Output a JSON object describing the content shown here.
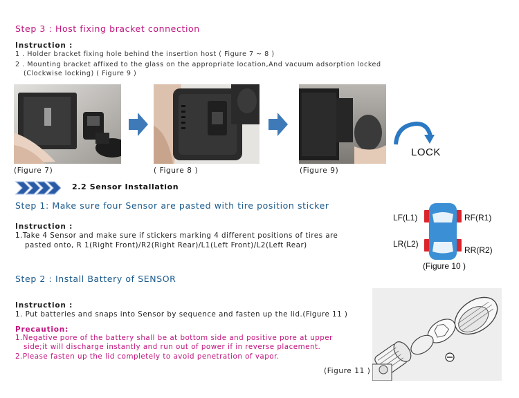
{
  "step3": {
    "title": "Step 3 : Host fixing bracket connection",
    "instruction_heading": "Instruction :",
    "line1": "1 . Holder bracket fixing hole behind the insertion host  ( Figure 7 ~ 8 )",
    "line2": "2 . Mounting bracket affixed to the glass on the appropriate location,And vacuum adsorption locked",
    "line2b": "(Clockwise locking) ( Figure 9 )",
    "captions": [
      "(Figure 7)",
      "( Figure 8 )",
      "(Figure 9)"
    ],
    "lock_label": "LOCK"
  },
  "section": {
    "title": "2.2 Sensor  Installation"
  },
  "step1": {
    "title": "Step 1: Make sure four Sensor are pasted with tire position sticker",
    "instruction_heading": "Instruction :",
    "line1": "1.Take 4 Sensor and make sure if stickers marking 4 different positions of tires are",
    "line1b": "pasted onto, R 1(Right Front)/R2(Right Rear)/L1(Left Front)/L2(Left Rear)",
    "tire_labels": {
      "lf": "LF(L1)",
      "rf": "RF(R1)",
      "lr": "LR(L2)",
      "rr": "RR(R2)"
    },
    "figure_caption": "(Figure 10 )"
  },
  "step2": {
    "title": "Step 2 : Install Battery of SENSOR",
    "instruction_heading": "Instruction :",
    "line1": "1. Put batteries and snaps into Sensor by sequence and fasten up the lid.(Figure 11 )",
    "precaution_heading": "Precaution:",
    "p1": "1.Negative pore of the battery shall be at bottom side and positive pore at upper",
    "p1b": "side;it will discharge instantly and run out of power if in reverse placement.",
    "p2": "2.Please fasten up the lid  completely to avoid penetration of vapor.",
    "figure_caption": "(Figure 11 )"
  },
  "colors": {
    "step_pink": "#c0157f",
    "step_blue": "#1a5a8c",
    "arrow_blue": "#3f7ab8",
    "car_blue": "#3b8fd4",
    "tire_red": "#d9262d"
  }
}
